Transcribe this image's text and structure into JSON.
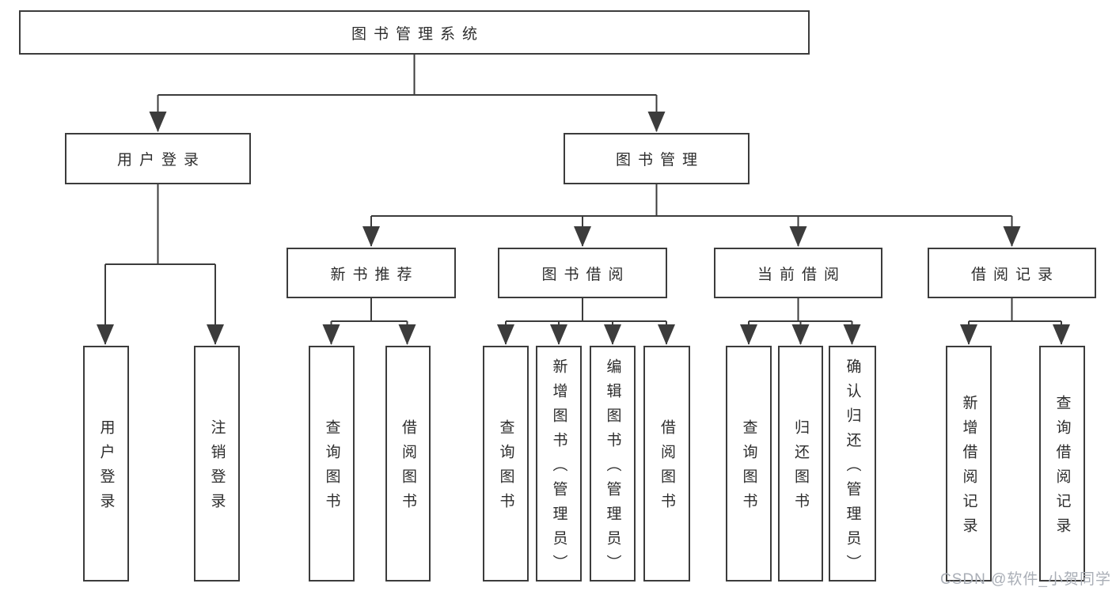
{
  "diagram": {
    "title": "图书管理系统",
    "root": "图书管理系统",
    "level2": {
      "user_login": "用户登录",
      "book_management": "图书管理"
    },
    "level3": {
      "new_book_recommend": "新书推荐",
      "book_borrow": "图书借阅",
      "current_borrow": "当前借阅",
      "borrow_records": "借阅记录"
    },
    "leaves": {
      "user_login": [
        "用户登录",
        "注销登录"
      ],
      "new_book_recommend": [
        "查询图书",
        "借阅图书"
      ],
      "book_borrow": [
        "查询图书",
        "新增图书（管理员）",
        "编辑图书（管理员）",
        "借阅图书"
      ],
      "current_borrow": [
        "查询图书",
        "归还图书",
        "确认归还（管理员）"
      ],
      "borrow_records": [
        "新增借阅记录",
        "查询借阅记录"
      ]
    }
  },
  "watermark": "CSDN @软件_小贺同学",
  "colors": {
    "line": "#3c3c3c",
    "text": "#2d2d2d",
    "watermark": "#a9aeb6",
    "background": "#ffffff"
  }
}
